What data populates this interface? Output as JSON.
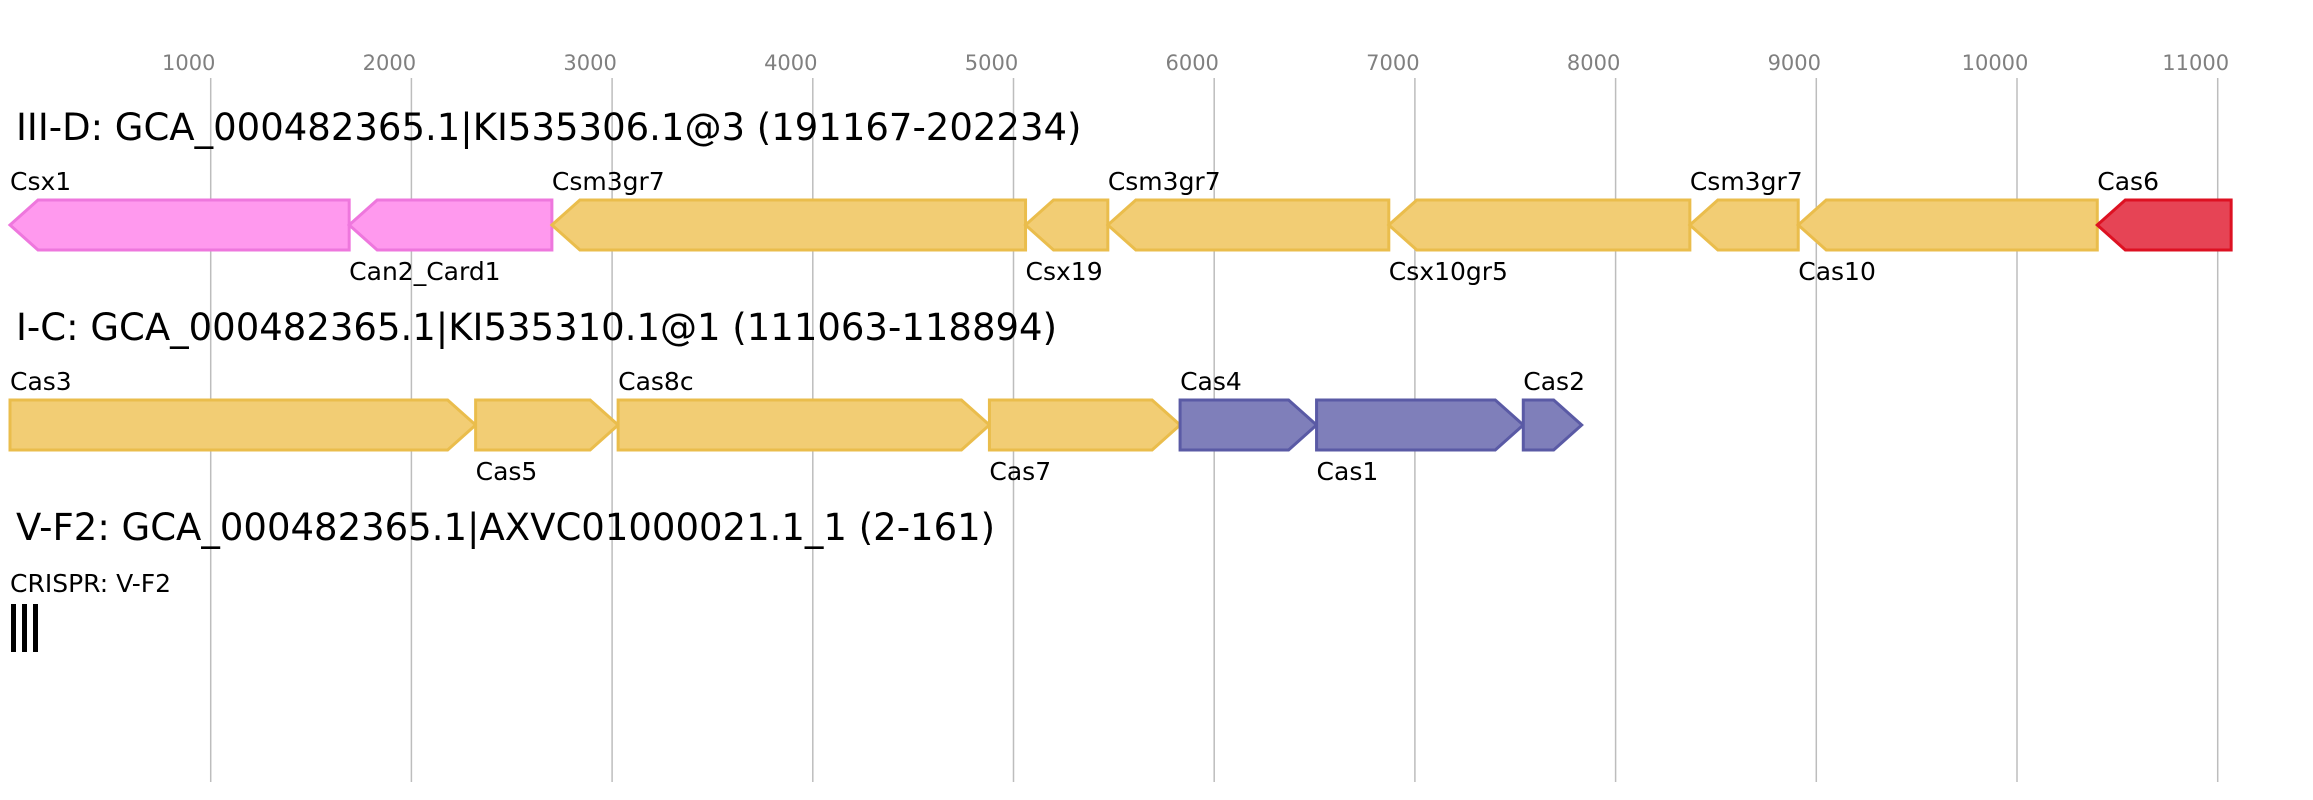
{
  "axis": {
    "ticks": [
      1000,
      2000,
      3000,
      4000,
      5000,
      6000,
      7000,
      8000,
      9000,
      10000,
      11000
    ],
    "range": [
      0,
      11500
    ],
    "color": "#bdbdbd",
    "label_color": "#808080"
  },
  "colors": {
    "pink": "#ff99ee",
    "pink_border": "#ee77dd",
    "yellow": "#f2cd74",
    "yellow_border": "#eabd4c",
    "blue": "#7f7fba",
    "blue_border": "#5a5aa5",
    "red": "#e64455",
    "red_border": "#dd1122"
  },
  "tracks": [
    {
      "title": "III-D: GCA_000482365.1|KI535306.1@3 (191167-202234)",
      "genes": [
        {
          "name": "Csx1",
          "start": 0,
          "end": 1690,
          "strand": "-",
          "color": "pink",
          "label_pos": "above"
        },
        {
          "name": "Can2_Card1",
          "start": 1690,
          "end": 2700,
          "strand": "-",
          "color": "pink",
          "label_pos": "below"
        },
        {
          "name": "Csm3gr7",
          "start": 2700,
          "end": 5060,
          "strand": "-",
          "color": "yellow",
          "label_pos": "above"
        },
        {
          "name": "Csx19",
          "start": 5060,
          "end": 5470,
          "strand": "-",
          "color": "yellow",
          "label_pos": "below"
        },
        {
          "name": "Csm3gr7",
          "start": 5470,
          "end": 6870,
          "strand": "-",
          "color": "yellow",
          "label_pos": "above"
        },
        {
          "name": "Csx10gr5",
          "start": 6870,
          "end": 8370,
          "strand": "-",
          "color": "yellow",
          "label_pos": "below"
        },
        {
          "name": "Csm3gr7",
          "start": 8370,
          "end": 8910,
          "strand": "-",
          "color": "yellow",
          "label_pos": "above"
        },
        {
          "name": "Cas10",
          "start": 8910,
          "end": 10400,
          "strand": "-",
          "color": "yellow",
          "label_pos": "below"
        },
        {
          "name": "Cas6",
          "start": 10400,
          "end": 11067,
          "strand": "-",
          "color": "red",
          "label_pos": "above"
        }
      ]
    },
    {
      "title": "I-C: GCA_000482365.1|KI535310.1@1 (111063-118894)",
      "genes": [
        {
          "name": "Cas3",
          "start": 0,
          "end": 2320,
          "strand": "+",
          "color": "yellow",
          "label_pos": "above"
        },
        {
          "name": "Cas5",
          "start": 2320,
          "end": 3030,
          "strand": "+",
          "color": "yellow",
          "label_pos": "below"
        },
        {
          "name": "Cas8c",
          "start": 3030,
          "end": 4880,
          "strand": "+",
          "color": "yellow",
          "label_pos": "above"
        },
        {
          "name": "Cas7",
          "start": 4880,
          "end": 5830,
          "strand": "+",
          "color": "yellow",
          "label_pos": "below"
        },
        {
          "name": "Cas4",
          "start": 5830,
          "end": 6510,
          "strand": "+",
          "color": "blue",
          "label_pos": "above"
        },
        {
          "name": "Cas1",
          "start": 6510,
          "end": 7540,
          "strand": "+",
          "color": "blue",
          "label_pos": "below"
        },
        {
          "name": "Cas2",
          "start": 7540,
          "end": 7831,
          "strand": "+",
          "color": "blue",
          "label_pos": "above"
        }
      ]
    },
    {
      "title": "V-F2: GCA_000482365.1|AXVC01000021.1_1 (2-161)",
      "crispr": {
        "label": "CRISPR: V-F2",
        "repeats": 3
      }
    }
  ]
}
